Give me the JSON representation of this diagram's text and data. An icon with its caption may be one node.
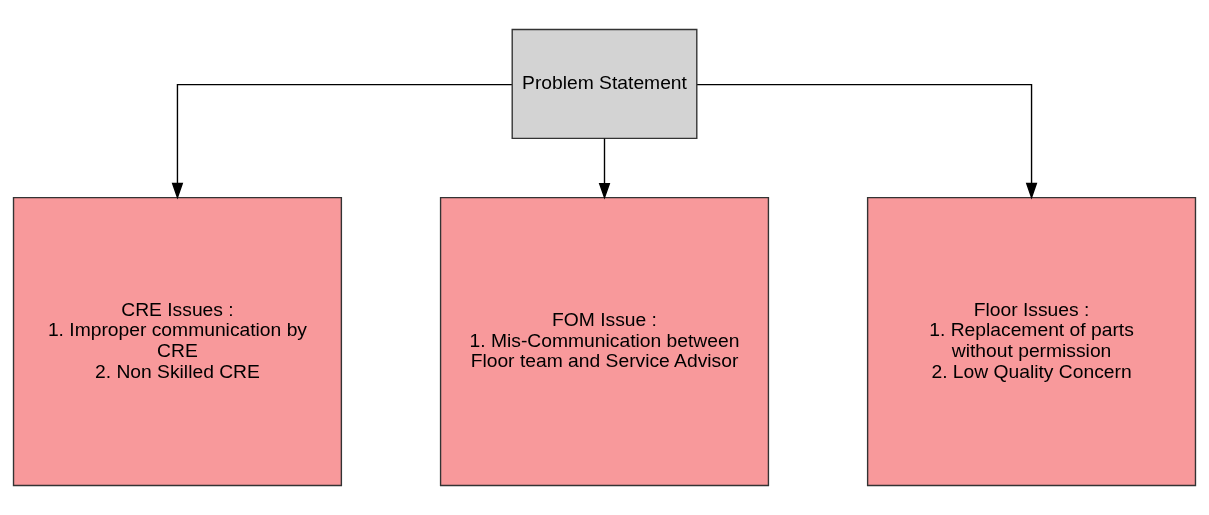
{
  "diagram": {
    "nodes": [
      {
        "text": [
          "Problem Statement"
        ]
      },
      {
        "text": [
          "CRE Issues :",
          "1. Improper communication by CRE",
          "2. Non Skilled CRE"
        ]
      },
      {
        "text": [
          "FOM Issue :",
          "1. Mis-Communication between Floor team and Service Advisor"
        ]
      },
      {
        "text": [
          "Floor Issues :",
          "1. Replacement of parts without permission",
          "2. Low Quality Concern"
        ]
      }
    ],
    "edges": [
      {
        "from": 0,
        "to": 1,
        "arrow": "to"
      },
      {
        "from": 0,
        "to": 2,
        "arrow": "to"
      },
      {
        "from": 0,
        "to": 3,
        "arrow": "to"
      }
    ]
  }
}
